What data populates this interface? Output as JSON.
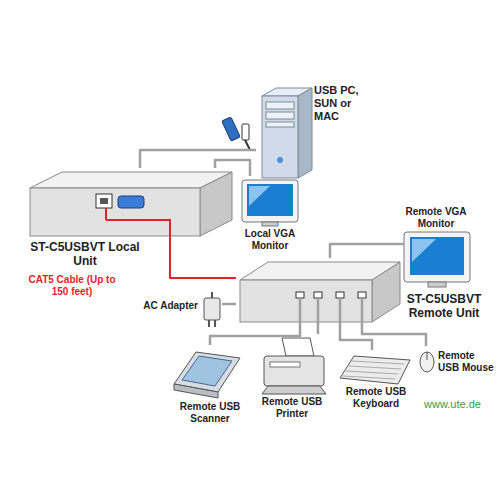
{
  "diagram": {
    "nodes": [
      {
        "text": [
          "USB PC, SUN or MAC"
        ]
      },
      {
        "text": [
          "ST-C5USBVT Local Unit"
        ]
      },
      {
        "text": [
          "Local VGA Monitor"
        ]
      },
      {
        "text": [
          "Remote VGA Monitor"
        ]
      },
      {
        "text": [
          "ST-C5USBVT Remote Unit"
        ]
      },
      {
        "text": [
          "AC Adapter"
        ]
      },
      {
        "text": [
          "Remote USB Scanner"
        ]
      },
      {
        "text": [
          "Remote USB Printer"
        ]
      },
      {
        "text": [
          "Remote USB Keyboard"
        ]
      },
      {
        "text": [
          "Remote USB Mouse"
        ]
      }
    ],
    "edges": [
      {
        "from": 0,
        "to": 1,
        "arrow": "none"
      },
      {
        "from": 1,
        "to": 2,
        "arrow": "none"
      },
      {
        "from": 1,
        "to": 4,
        "arrow": "none",
        "label": "CAT5 Cable (Up to 150 feet)"
      },
      {
        "from": 4,
        "to": 3,
        "arrow": "none"
      },
      {
        "from": 5,
        "to": 4,
        "arrow": "none"
      },
      {
        "from": 4,
        "to": 6,
        "arrow": "none"
      },
      {
        "from": 4,
        "to": 7,
        "arrow": "none"
      },
      {
        "from": 4,
        "to": 8,
        "arrow": "none"
      },
      {
        "from": 4,
        "to": 9,
        "arrow": "none"
      }
    ],
    "labels": [
      "www.ute.de"
    ]
  }
}
